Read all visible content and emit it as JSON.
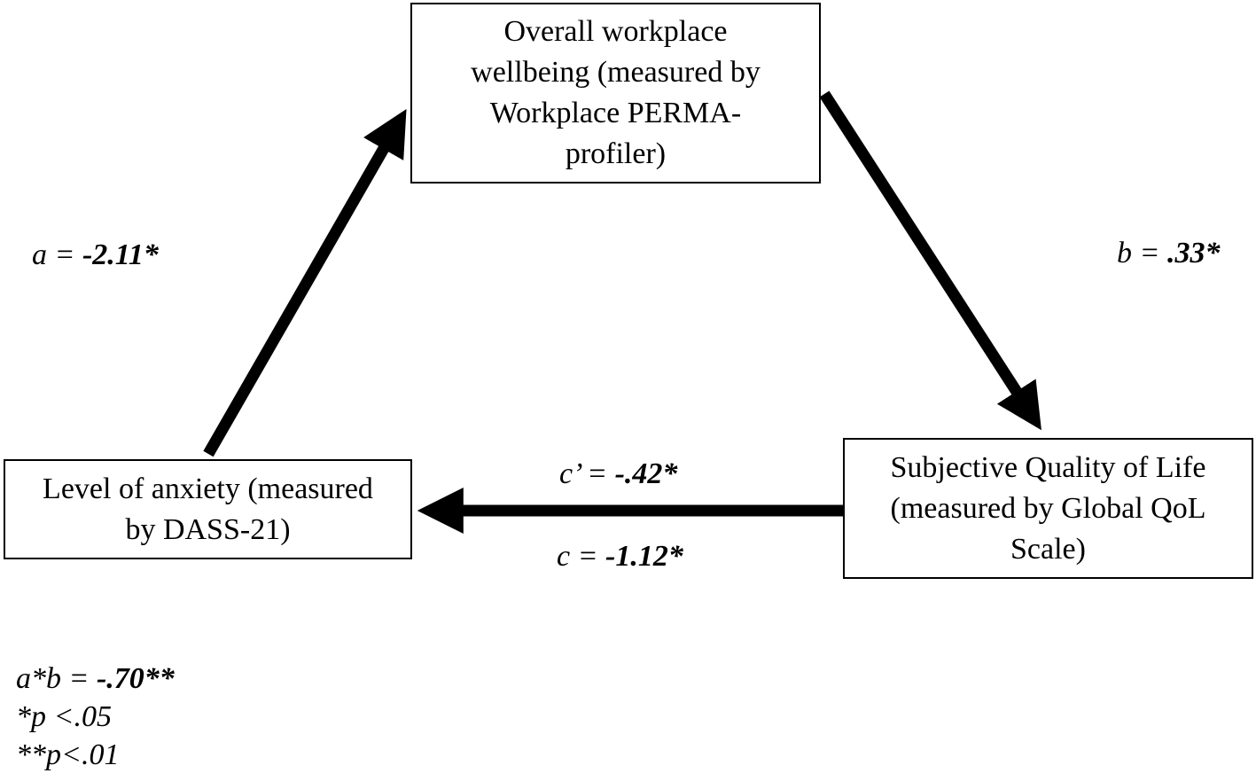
{
  "nodes": {
    "wellbeing": {
      "lines": [
        "Overall workplace",
        "wellbeing (measured by",
        "Workplace PERMA-",
        "profiler)"
      ]
    },
    "qol": {
      "lines": [
        "Subjective Quality of Life",
        "(measured by Global QoL",
        "Scale)"
      ]
    },
    "anxiety": {
      "lines": [
        "Level of anxiety (measured",
        "by DASS-21)"
      ]
    }
  },
  "paths": {
    "a": {
      "name": "a",
      "value": "-2.11*",
      "from": "anxiety",
      "to": "wellbeing"
    },
    "b": {
      "name": "b",
      "value": ".33*",
      "from": "wellbeing",
      "to": "qol"
    },
    "c_prime": {
      "name": "c’",
      "value": "-.42*",
      "from": "qol",
      "to": "anxiety"
    },
    "c": {
      "name": "c",
      "value": "-1.12*"
    }
  },
  "notes": {
    "indirect": {
      "name": "a*b",
      "value": "-.70**"
    },
    "sig1": {
      "stars": "*",
      "p": "p",
      "text": " <.05"
    },
    "sig2": {
      "stars": "**",
      "p": "p",
      "text": "<.01"
    }
  },
  "colors": {
    "stroke": "#000000",
    "background": "#ffffff"
  }
}
